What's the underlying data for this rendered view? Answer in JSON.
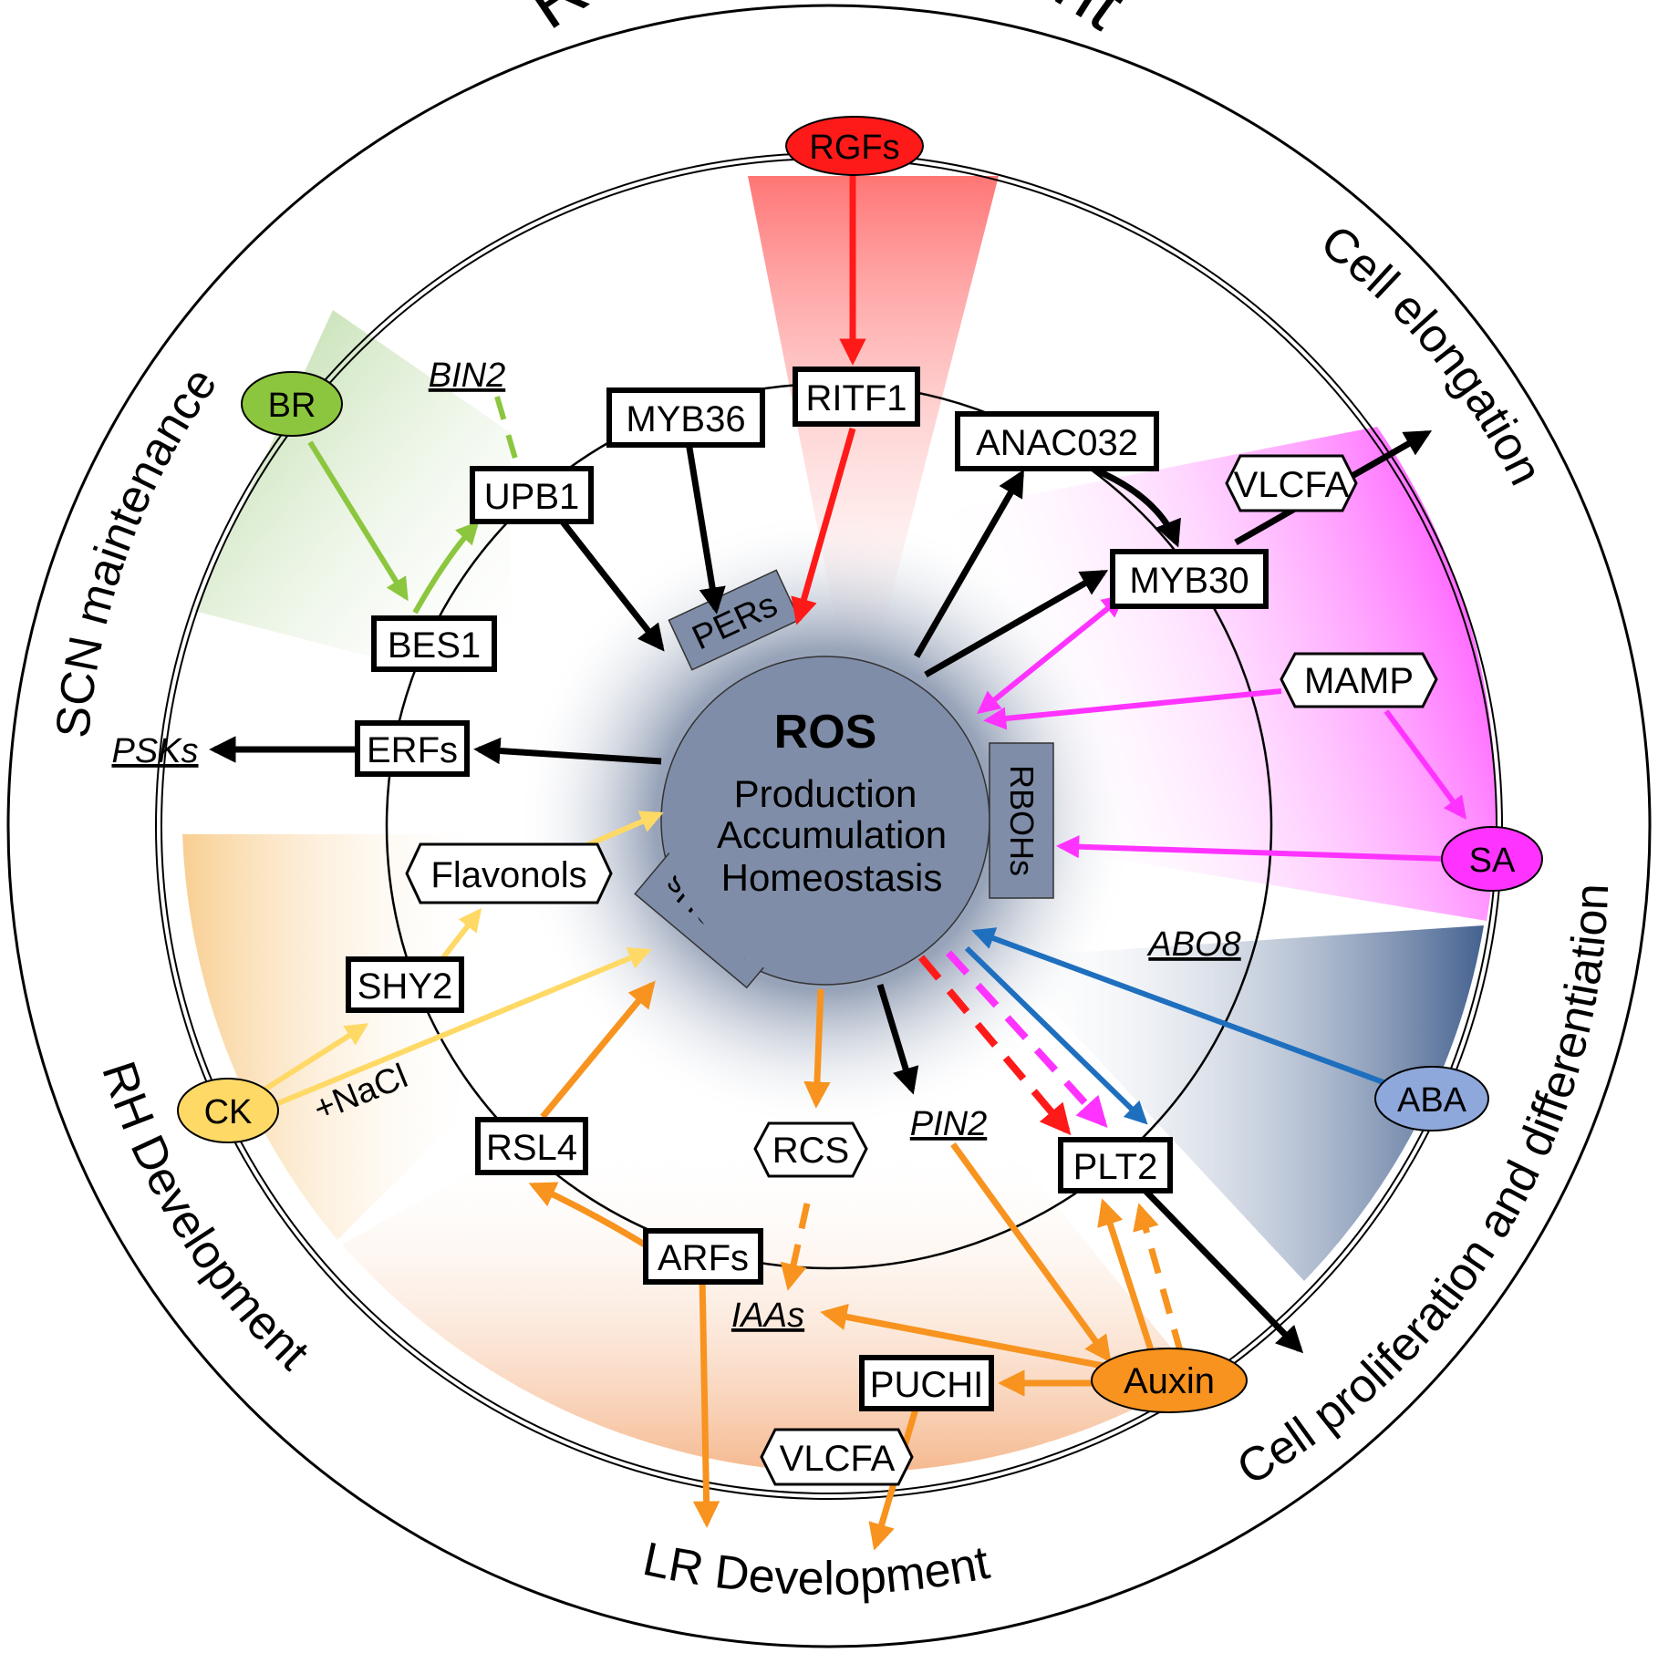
{
  "title": "Root development",
  "outer_labels": {
    "cell_elongation": "Cell elongation",
    "cell_proliferation": "Cell proliferation and differentiation",
    "lr_development": "LR Development",
    "rh_development": "RH Development",
    "scn_maintenance": "SCN maintenance"
  },
  "center": {
    "title": "ROS",
    "line1": "Production",
    "line2": "Accumulation",
    "line3": "Homeostasis",
    "pers": "PERs",
    "rbohs_right": "RBOHs",
    "rbohs_left": "RBOHs"
  },
  "hormones": {
    "rgfs": "RGFs",
    "br": "BR",
    "sa": "SA",
    "aba": "ABA",
    "ck": "CK",
    "auxin": "Auxin"
  },
  "nodes": {
    "ritf1": "RITF1",
    "myb36": "MYB36",
    "anac032": "ANAC032",
    "myb30": "MYB30",
    "upb1": "UPB1",
    "bes1": "BES1",
    "erfs": "ERFs",
    "shy2": "SHY2",
    "rsl4": "RSL4",
    "arfs": "ARFs",
    "puchi": "PUCHI",
    "plt2": "PLT2"
  },
  "hex_nodes": {
    "vlcfa_top": "VLCFA",
    "mamp": "MAMP",
    "flavonols": "Flavonols",
    "rcs": "RCS",
    "vlcfa_bottom": "VLCFA"
  },
  "genes": {
    "bin2": "BIN2",
    "psks": "PSKs",
    "abo8": "ABO8",
    "pin2": "PIN2",
    "iaas": "IAAs"
  },
  "annotations": {
    "nacl": "+NaCl"
  },
  "colors": {
    "black": "#000000",
    "red": "#ff1a1a",
    "green": "#8cc63f",
    "magenta": "#ff33ff",
    "blue": "#1f6fbf",
    "yellow": "#ffd966",
    "orange": "#f7931e",
    "ros_center": "#7f8da8"
  }
}
